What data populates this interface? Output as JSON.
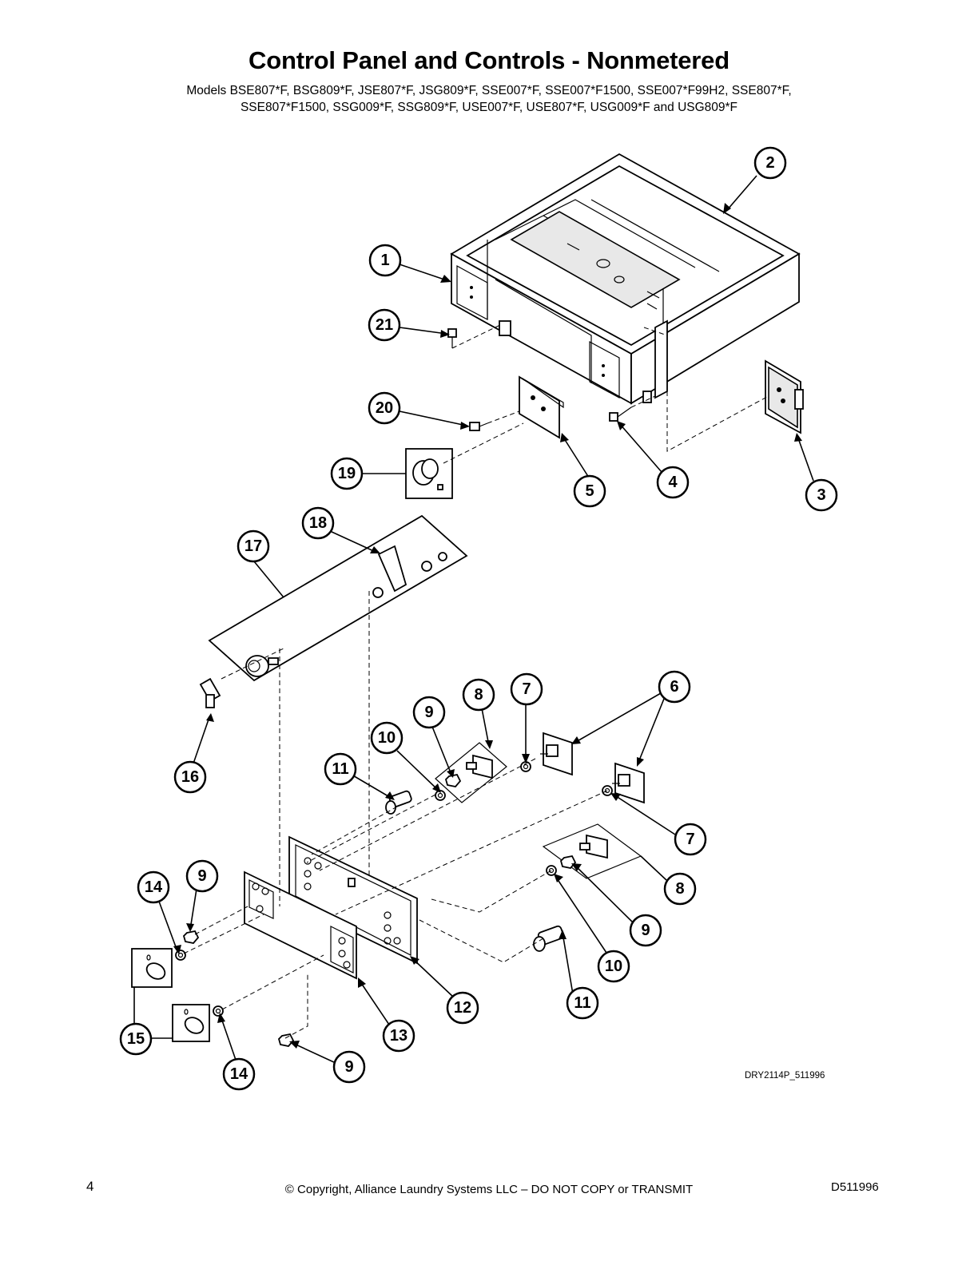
{
  "page": {
    "title": "Control Panel and Controls - Nonmetered",
    "models_line1": "Models BSE807*F, BSG809*F, JSE807*F, JSG809*F, SSE007*F, SSE007*F1500, SSE007*F99H2, SSE807*F,",
    "models_line2": "SSE807*F1500, SSG009*F, SSG809*F, USE007*F, USE807*F, USG009*F and USG809*F",
    "drawing_code": "DRY2114P_511996",
    "page_number": "4",
    "copyright": "© Copyright, Alliance Laundry Systems LLC – DO NOT COPY or TRANSMIT",
    "document_number": "D511996"
  },
  "callouts": [
    {
      "id": "c1",
      "label": "1"
    },
    {
      "id": "c2",
      "label": "2"
    },
    {
      "id": "c21",
      "label": "21"
    },
    {
      "id": "c20",
      "label": "20"
    },
    {
      "id": "c19",
      "label": "19"
    },
    {
      "id": "c5",
      "label": "5"
    },
    {
      "id": "c4",
      "label": "4"
    },
    {
      "id": "c3",
      "label": "3"
    },
    {
      "id": "c18",
      "label": "18"
    },
    {
      "id": "c17",
      "label": "17"
    },
    {
      "id": "c16",
      "label": "16"
    },
    {
      "id": "c7a",
      "label": "7"
    },
    {
      "id": "c8a",
      "label": "8"
    },
    {
      "id": "c6",
      "label": "6"
    },
    {
      "id": "c9a",
      "label": "9"
    },
    {
      "id": "c10a",
      "label": "10"
    },
    {
      "id": "c11a",
      "label": "11"
    },
    {
      "id": "c7b",
      "label": "7"
    },
    {
      "id": "c8b",
      "label": "8"
    },
    {
      "id": "c9b",
      "label": "9"
    },
    {
      "id": "c10b",
      "label": "10"
    },
    {
      "id": "c11b",
      "label": "11"
    },
    {
      "id": "c14a",
      "label": "14"
    },
    {
      "id": "c9c",
      "label": "9"
    },
    {
      "id": "c15",
      "label": "15"
    },
    {
      "id": "c14b",
      "label": "14"
    },
    {
      "id": "c13",
      "label": "13"
    },
    {
      "id": "c12",
      "label": "12"
    },
    {
      "id": "c9d",
      "label": "9"
    }
  ]
}
